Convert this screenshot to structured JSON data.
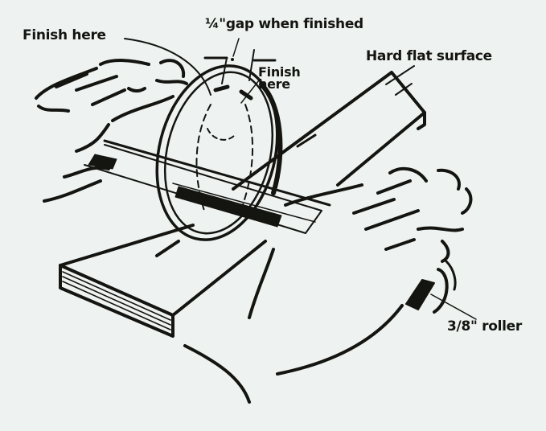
{
  "diagram": {
    "subject": "Finishing a ring on a hard flat surface with a roller",
    "labels": {
      "finish_here_left": "Finish here",
      "gap_note": "¼\"gap when finished",
      "finish_here_right_line1": "Finish",
      "finish_here_right_line2": "here",
      "hard_flat_surface": "Hard flat surface",
      "roller": "3/8\" roller"
    },
    "components": [
      "left-hand",
      "right-hand",
      "ring",
      "board",
      "roller",
      "rod"
    ]
  },
  "colors": {
    "background": "#eef3f1",
    "ink": "#141410"
  }
}
